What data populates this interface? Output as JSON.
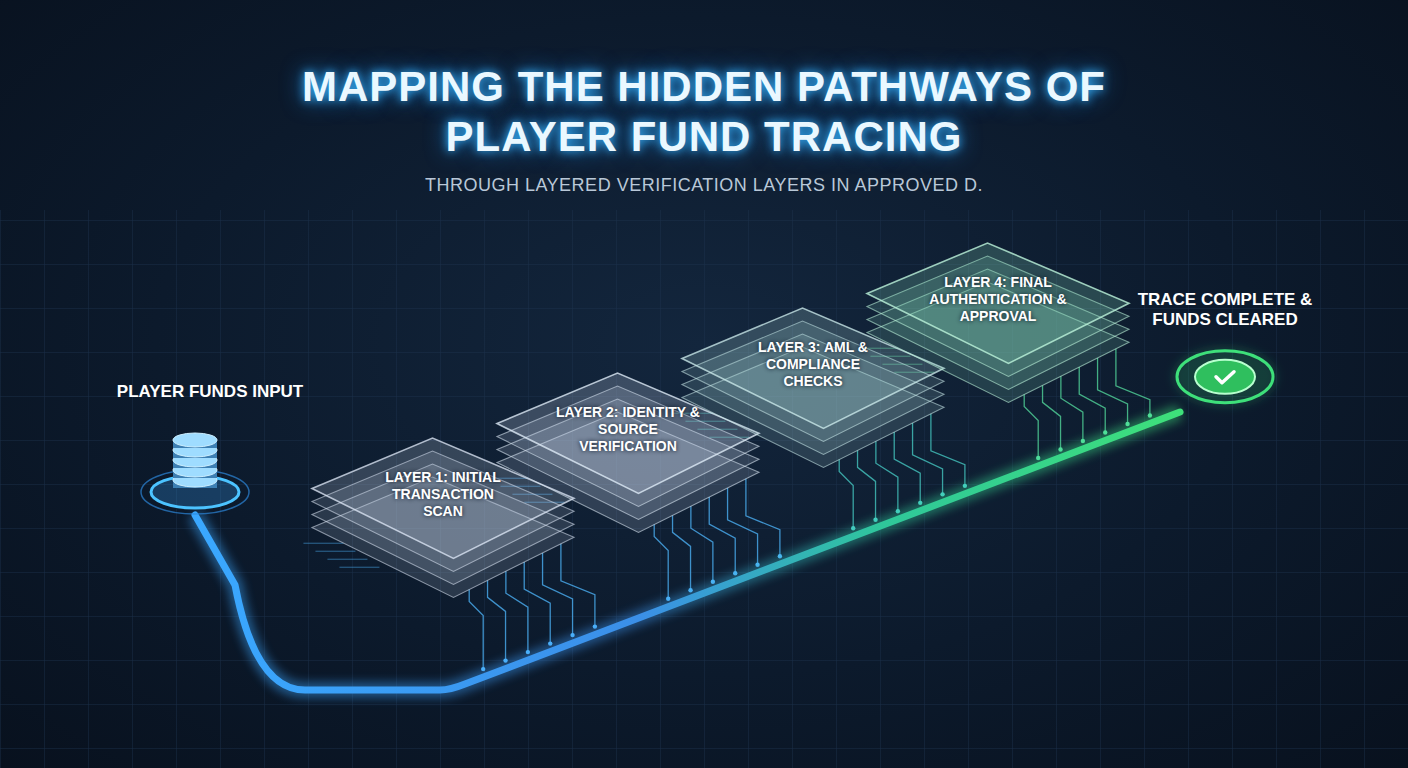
{
  "diagram": {
    "title": "MAPPING THE HIDDEN PATHWAYS OF PLAYER FUND TRACING",
    "caption": "THROUGH LAYERED VERIFICATION LAYERS IN APPROVED D.",
    "nodes": [
      {
        "text": [
          "PLAYER FUNDS INPUT"
        ]
      },
      {
        "text": [
          "LAYER 1: INITIAL TRANSACTION SCAN"
        ]
      },
      {
        "text": [
          "LAYER 2: IDENTITY & SOURCE VERIFICATION"
        ]
      },
      {
        "text": [
          "LAYER 3: AML & COMPLIANCE CHECKS"
        ]
      },
      {
        "text": [
          "LAYER 4: FINAL AUTHENTICATION & APPROVAL"
        ]
      },
      {
        "text": [
          "TRACE COMPLETE & FUNDS CLEARED"
        ]
      }
    ],
    "edges": [
      {
        "from": 0,
        "to": 5,
        "arrow": "none"
      }
    ]
  }
}
